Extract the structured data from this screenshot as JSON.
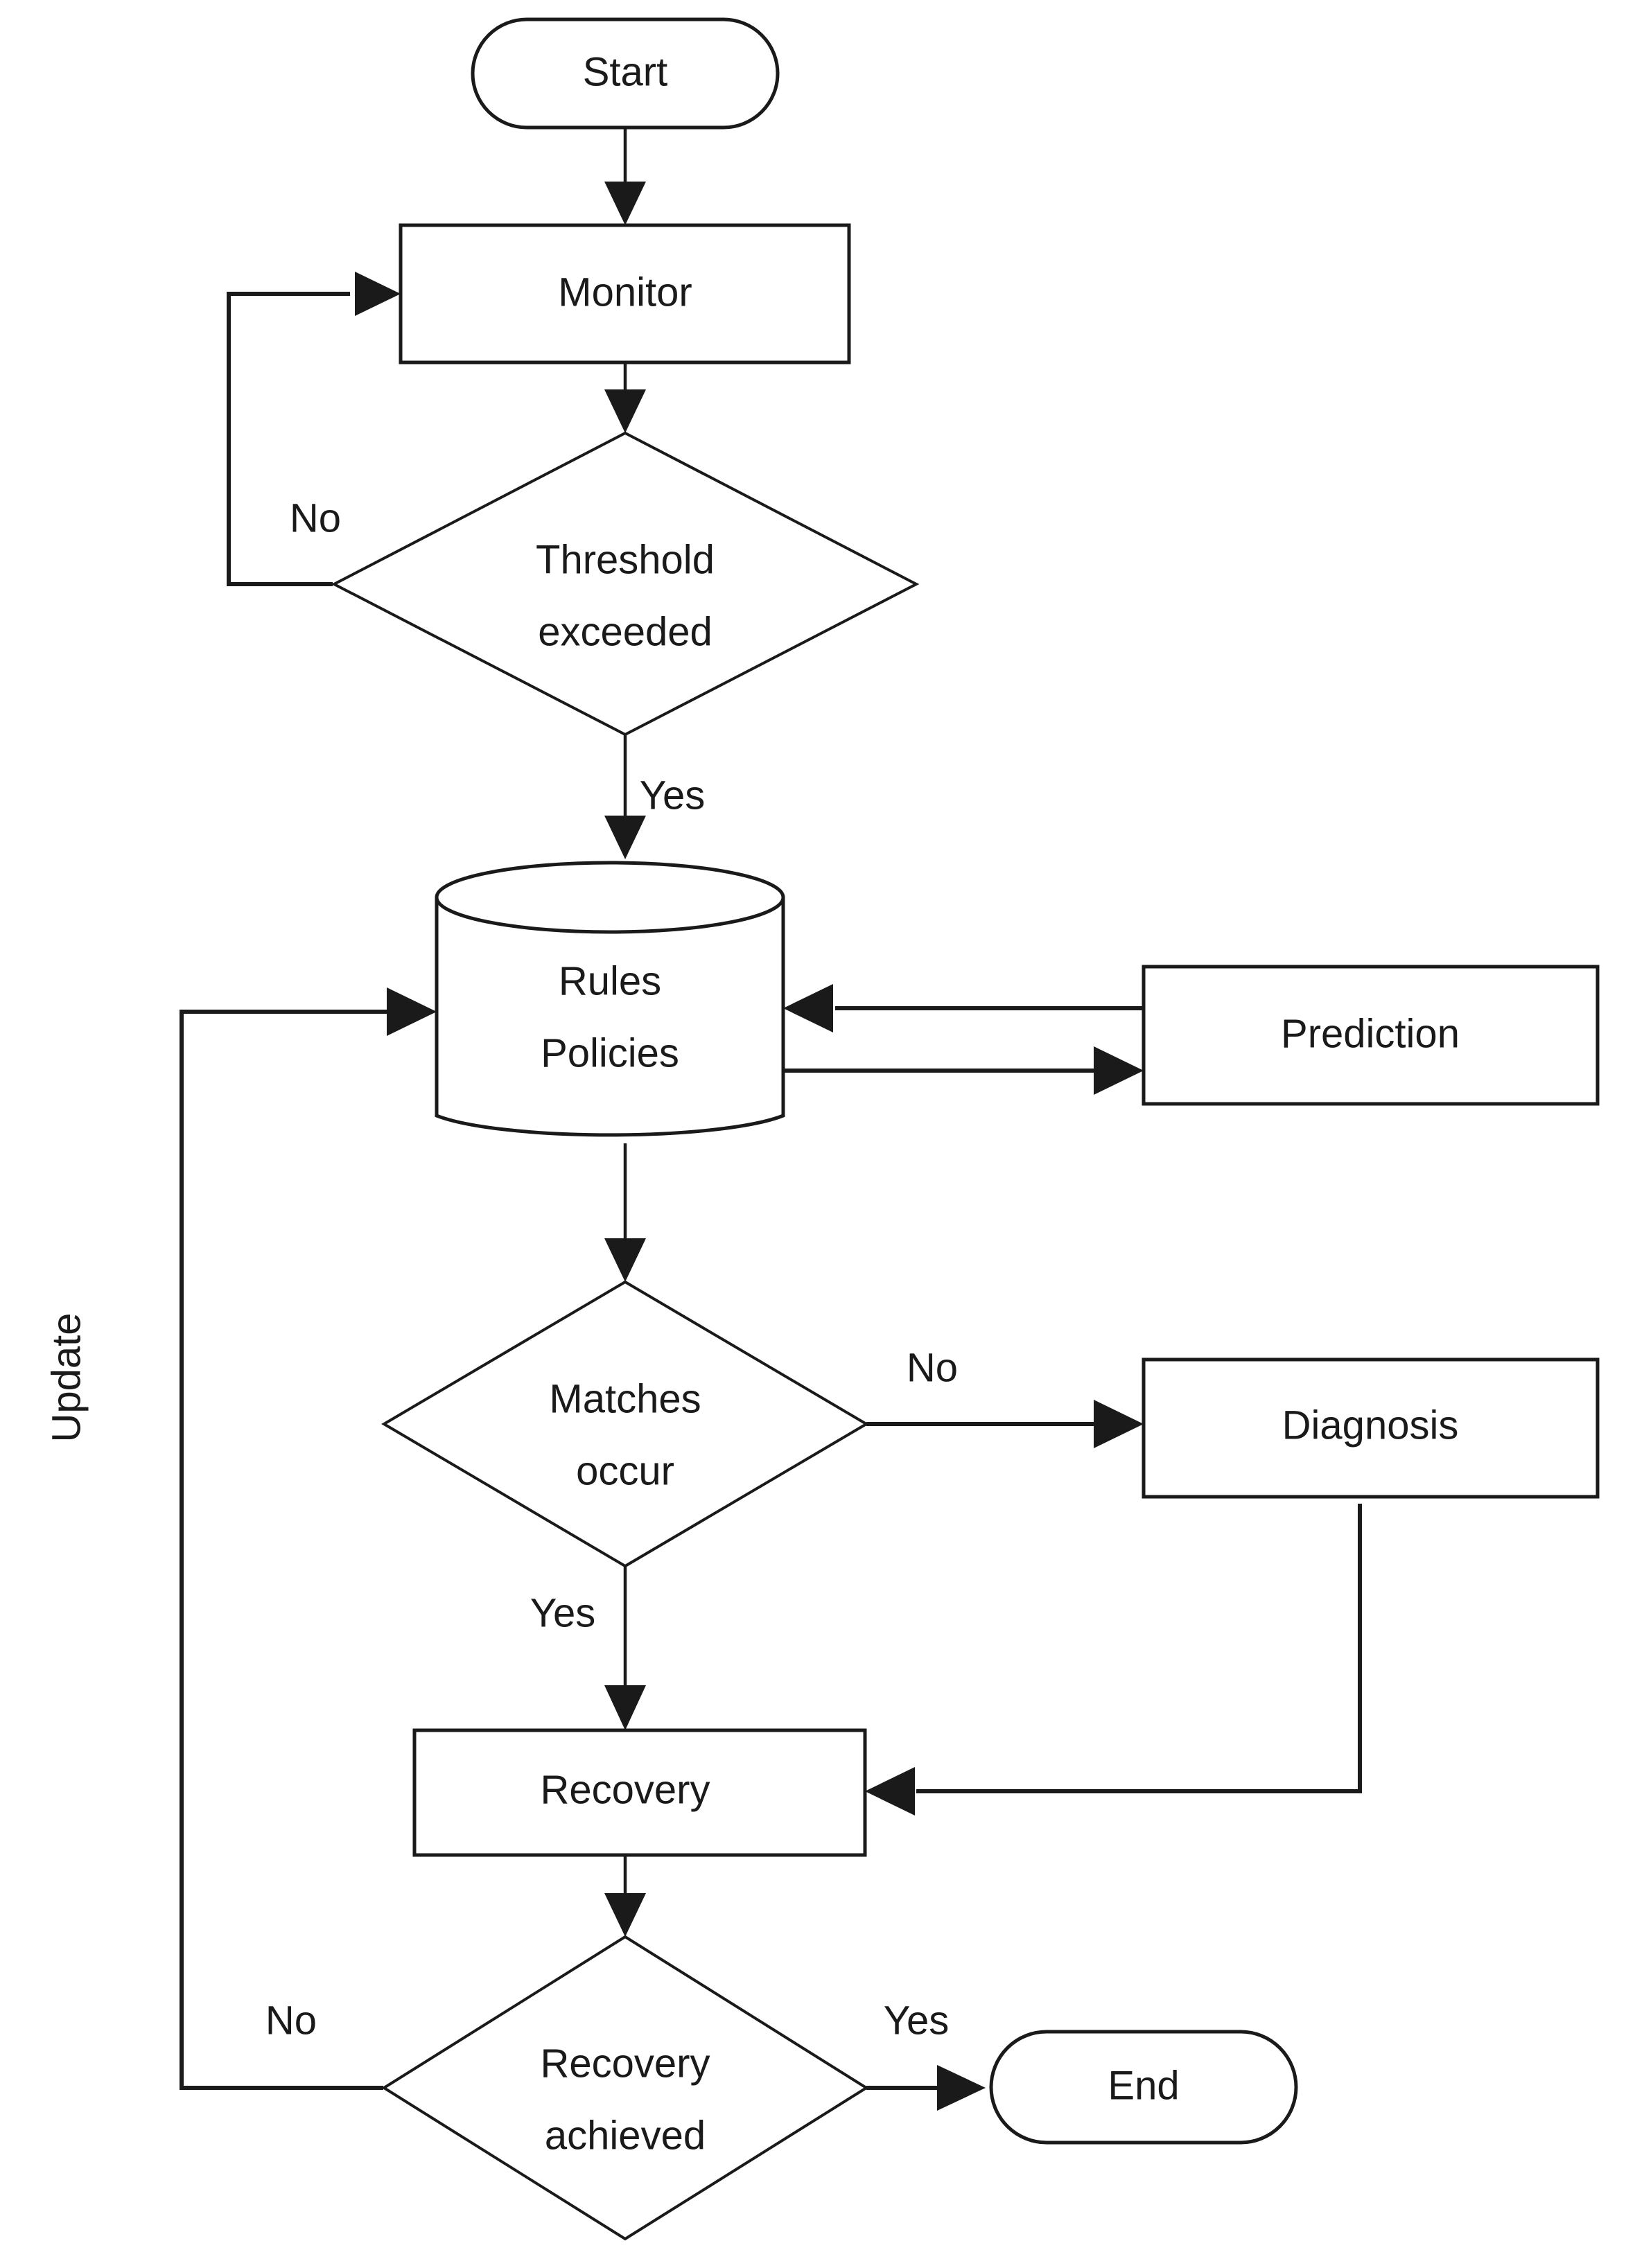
{
  "diagram": {
    "type": "flowchart",
    "title": "",
    "orientation": "top-to-bottom",
    "background_color": "#ffffff",
    "stroke_color": "#1a1a1a",
    "nodes": [
      {
        "id": "start",
        "label": "Start",
        "shape": "stadium"
      },
      {
        "id": "monitor",
        "label": "Monitor",
        "shape": "rectangle"
      },
      {
        "id": "threshold",
        "label_line1": "Threshold",
        "label_line2": "exceeded",
        "shape": "diamond"
      },
      {
        "id": "rules_policies",
        "label_line1": "Rules",
        "label_line2": "Policies",
        "shape": "cylinder"
      },
      {
        "id": "prediction",
        "label": "Prediction",
        "shape": "rectangle"
      },
      {
        "id": "matches",
        "label_line1": "Matches",
        "label_line2": "occur",
        "shape": "diamond"
      },
      {
        "id": "diagnosis",
        "label": "Diagnosis",
        "shape": "rectangle"
      },
      {
        "id": "recovery",
        "label": "Recovery",
        "shape": "rectangle"
      },
      {
        "id": "recovery_achieved",
        "label_line1": "Recovery",
        "label_line2": "achieved",
        "shape": "diamond"
      },
      {
        "id": "end",
        "label": "End",
        "shape": "stadium"
      }
    ],
    "edge_labels": {
      "threshold_no": "No",
      "threshold_yes": "Yes",
      "matches_no": "No",
      "matches_yes": "Yes",
      "recovery_no": "No",
      "recovery_yes": "Yes",
      "update": "Update"
    },
    "edges": [
      {
        "from": "start",
        "to": "monitor",
        "label": ""
      },
      {
        "from": "monitor",
        "to": "threshold",
        "label": ""
      },
      {
        "from": "threshold",
        "to": "monitor",
        "label": "No"
      },
      {
        "from": "threshold",
        "to": "rules_policies",
        "label": "Yes"
      },
      {
        "from": "rules_policies",
        "to": "prediction",
        "label": ""
      },
      {
        "from": "prediction",
        "to": "rules_policies",
        "label": ""
      },
      {
        "from": "rules_policies",
        "to": "matches",
        "label": ""
      },
      {
        "from": "matches",
        "to": "diagnosis",
        "label": "No"
      },
      {
        "from": "matches",
        "to": "recovery",
        "label": "Yes"
      },
      {
        "from": "diagnosis",
        "to": "recovery",
        "label": ""
      },
      {
        "from": "recovery",
        "to": "recovery_achieved",
        "label": ""
      },
      {
        "from": "recovery_achieved",
        "to": "end",
        "label": "Yes"
      },
      {
        "from": "recovery_achieved",
        "to": "rules_policies",
        "label": "No / Update"
      }
    ]
  }
}
